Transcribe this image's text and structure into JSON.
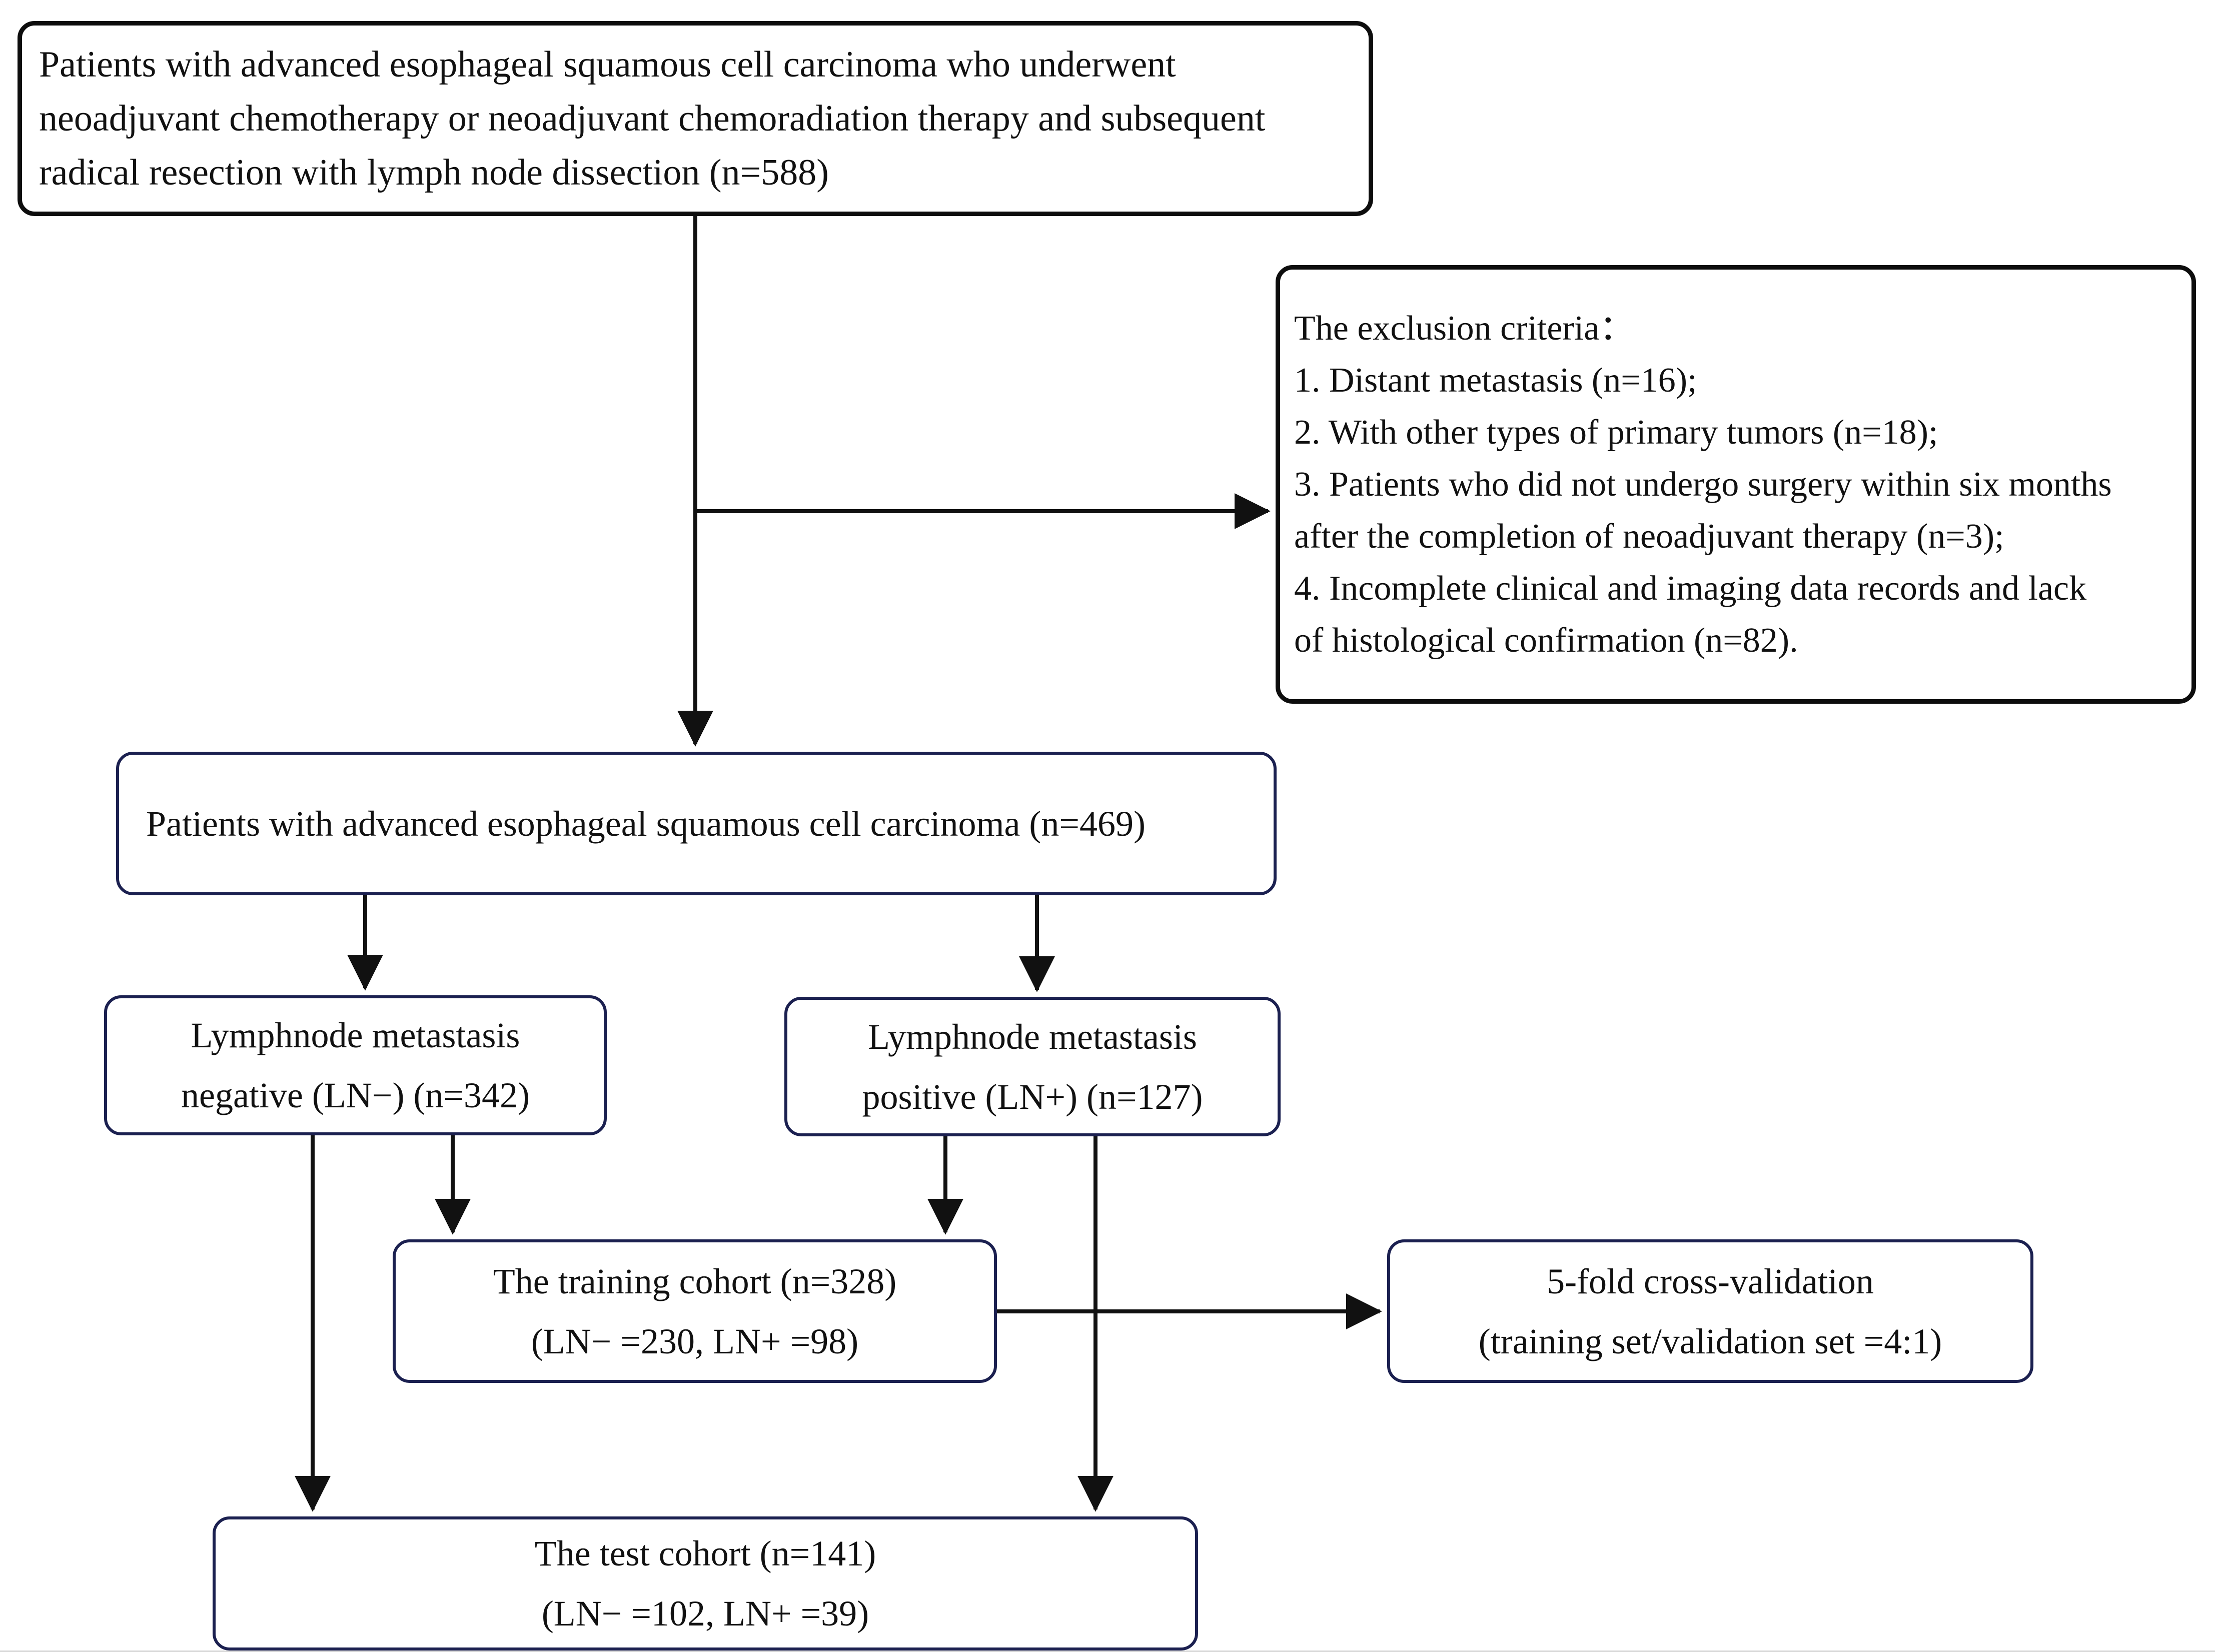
{
  "diagram": {
    "title": "Patient selection flowchart",
    "colors": {
      "box_border_black": "#0d0d0d",
      "box_border_navy": "#1b2050",
      "connector": "#111111",
      "background": "#ffffff"
    }
  },
  "nodes": {
    "enrolled": {
      "name": "enrolled-patients-box",
      "lines": [
        "Patients with advanced esophageal squamous cell carcinoma who underwent",
        "neoadjuvant chemotherapy or neoadjuvant chemoradiation therapy  and subsequent",
        "radical resection with lymph node dissection (n=588)"
      ],
      "n": 588
    },
    "exclusion": {
      "name": "exclusion-criteria-box",
      "heading": "The exclusion criteria：",
      "items": [
        "1. Distant metastasis (n=16);",
        "2. With other types of primary tumors (n=18);",
        "3. Patients who did not undergo surgery within six months",
        "after the completion of neoadjuvant therapy (n=3);",
        "4. Incomplete clinical and imaging data records and lack",
        "of histological confirmation (n=82)."
      ],
      "counts": {
        "distant_metastasis": 16,
        "other_primary_tumors": 18,
        "no_surgery_six_months": 3,
        "incomplete_records": 82
      }
    },
    "included": {
      "name": "included-patients-box",
      "line1": "Patients with advanced esophageal squamous cell carcinoma (n=469)",
      "n": 469
    },
    "ln_negative": {
      "name": "ln-negative-box",
      "line1": "Lymphnode metastasis",
      "line2": "negative (LN−) (n=342)",
      "n": 342
    },
    "ln_positive": {
      "name": "ln-positive-box",
      "line1": "Lymphnode metastasis",
      "line2": "positive (LN+) (n=127)",
      "n": 127
    },
    "training": {
      "name": "training-cohort-box",
      "line1": "The training cohort (n=328)",
      "line2": "(LN− =230, LN+ =98)",
      "n": 328,
      "ln_negative": 230,
      "ln_positive": 98
    },
    "crossval": {
      "name": "cross-validation-box",
      "line1": "5-fold cross-validation",
      "line2": "(training set/validation set =4:1)",
      "folds": 5,
      "ratio": "4:1"
    },
    "test": {
      "name": "test-cohort-box",
      "line1": "The test cohort (n=141)",
      "line2": "(LN− =102, LN+ =39)",
      "n": 141,
      "ln_negative": 102,
      "ln_positive": 39
    }
  },
  "edges": [
    {
      "from": "enrolled",
      "to": "included",
      "style": "arrow-down"
    },
    {
      "from": "enrolled",
      "to": "exclusion",
      "style": "arrow-right-branch"
    },
    {
      "from": "included",
      "to": "ln_negative",
      "style": "arrow-down"
    },
    {
      "from": "included",
      "to": "ln_positive",
      "style": "arrow-down"
    },
    {
      "from": "ln_negative",
      "to": "training",
      "style": "arrow-down"
    },
    {
      "from": "ln_negative",
      "to": "test",
      "style": "arrow-down"
    },
    {
      "from": "ln_positive",
      "to": "training",
      "style": "arrow-down"
    },
    {
      "from": "ln_positive",
      "to": "test",
      "style": "arrow-down"
    },
    {
      "from": "training",
      "to": "crossval",
      "style": "arrow-right"
    }
  ]
}
